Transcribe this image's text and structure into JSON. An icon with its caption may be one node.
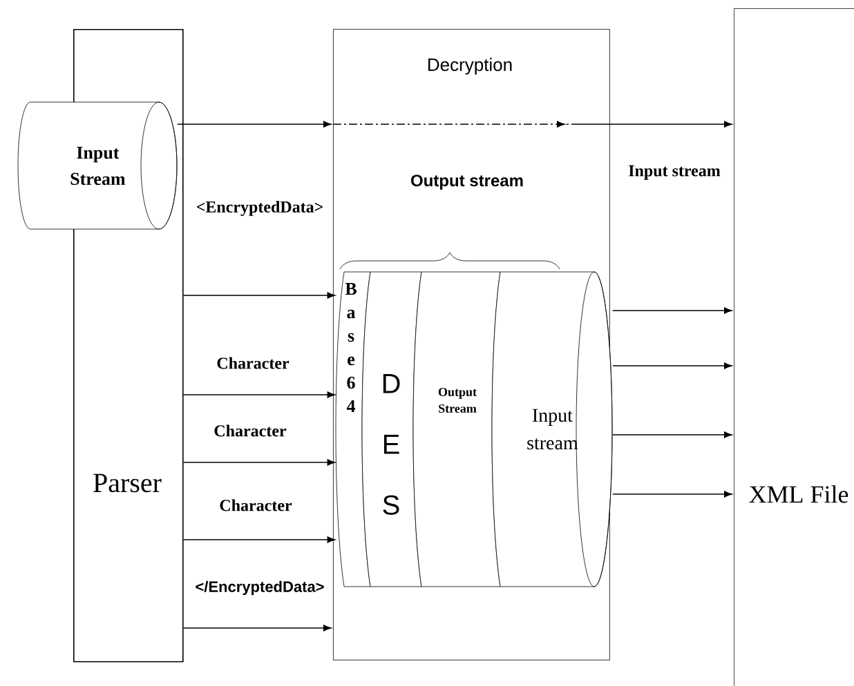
{
  "diagram": {
    "nodes": [
      {
        "text": [
          "Parser"
        ]
      },
      {
        "text": [
          "Input Stream"
        ]
      },
      {
        "text": [
          "Decryption"
        ]
      },
      {
        "text": [
          "XML File"
        ]
      },
      {
        "text": [
          "Base64"
        ],
        "in": 2
      },
      {
        "text": [
          "DES"
        ],
        "in": 2
      },
      {
        "text": [
          "Output Stream"
        ],
        "in": 2
      },
      {
        "text": [
          "Input stream"
        ],
        "in": 2
      }
    ],
    "edges": [
      {
        "from": 1,
        "to": 2,
        "arrow": "to"
      },
      {
        "from": 2,
        "to": 3,
        "arrow": "to",
        "label": "Input stream",
        "style": "dashed"
      },
      {
        "from": 0,
        "to": 4,
        "arrow": "to",
        "label": "<EncryptedData>"
      },
      {
        "from": 0,
        "to": 4,
        "arrow": "to",
        "label": "Character"
      },
      {
        "from": 0,
        "to": 4,
        "arrow": "to",
        "label": "Character"
      },
      {
        "from": 0,
        "to": 4,
        "arrow": "to",
        "label": "Character"
      },
      {
        "from": 0,
        "to": 2,
        "arrow": "to",
        "label": "</EncryptedData>"
      },
      {
        "from": 7,
        "to": 3,
        "arrow": "to"
      },
      {
        "from": 7,
        "to": 3,
        "arrow": "to"
      },
      {
        "from": 7,
        "to": 3,
        "arrow": "to"
      },
      {
        "from": 7,
        "to": 3,
        "arrow": "to"
      }
    ],
    "labels": [
      "Output stream"
    ]
  }
}
